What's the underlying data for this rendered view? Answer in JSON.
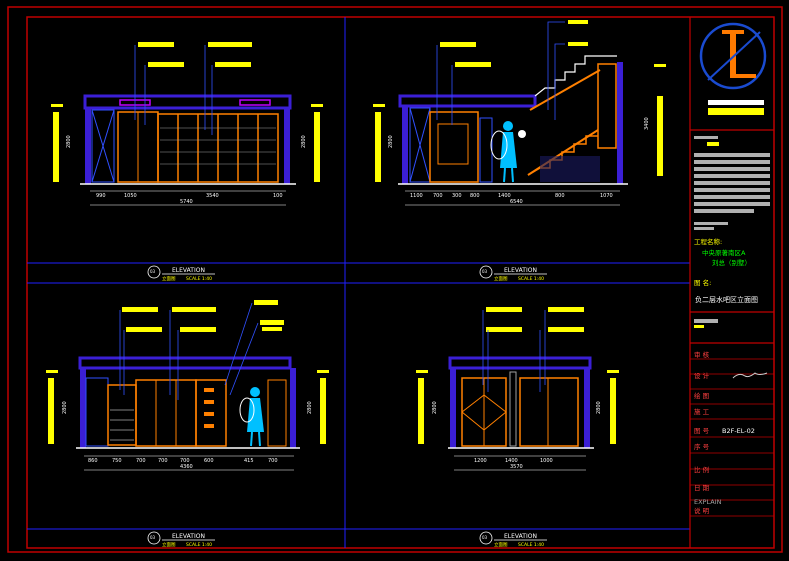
{
  "panels": [
    {
      "id": "p1",
      "dims": [
        "990",
        "1050",
        "3540",
        "100"
      ],
      "total": "5740",
      "height_left": "2800",
      "height_right": "2800"
    },
    {
      "id": "p2",
      "dims": [
        "1100",
        "700",
        "300",
        "800",
        "1400",
        "800",
        "1070"
      ],
      "total": "6540",
      "height_left": "2800",
      "height_right": "3400"
    },
    {
      "id": "p3",
      "dims": [
        "860",
        "750",
        "700",
        "700",
        "700",
        "600",
        "415",
        "700"
      ],
      "total": "4360",
      "height_left": "2800",
      "height_right": "2800"
    },
    {
      "id": "p4",
      "dims": [
        "1200",
        "1400",
        "1000"
      ],
      "total": "3570",
      "height_left": "2800",
      "height_right": "2800"
    }
  ],
  "caption": {
    "number": "03",
    "title": "ELEVATION",
    "subtitle": "立面图",
    "scale": "SCALE 1:40"
  },
  "title_block": {
    "project_label": "工程名称:",
    "project_line1": "中央原著南区A",
    "project_line2": "刘总（别墅）",
    "drawing_label": "图  名:",
    "drawing_name": "负二层水吧区立面图",
    "review_label": "审  核",
    "design_label": "设  计",
    "drawing_role_label": "绘  图",
    "construction_label": "施  工",
    "drawing_no_label": "图  号",
    "drawing_no": "B2F-EL-02",
    "seq_label": "序  号",
    "ratio_label": "比  例",
    "date_label": "日  期",
    "explain_en": "EXPLAIN",
    "explain_cn": "说  明"
  },
  "colors": {
    "frame": "#c00000",
    "grid": "#0000ff",
    "yellow": "#ffff00",
    "orange": "#ff8000",
    "magenta": "#c000ff",
    "blue": "#0a0aff",
    "cyan": "#00c0ff",
    "white": "#ffffff",
    "green": "#00ff00",
    "logo_blue": "#1a4bd0",
    "logo_orange": "#ff7a00"
  }
}
